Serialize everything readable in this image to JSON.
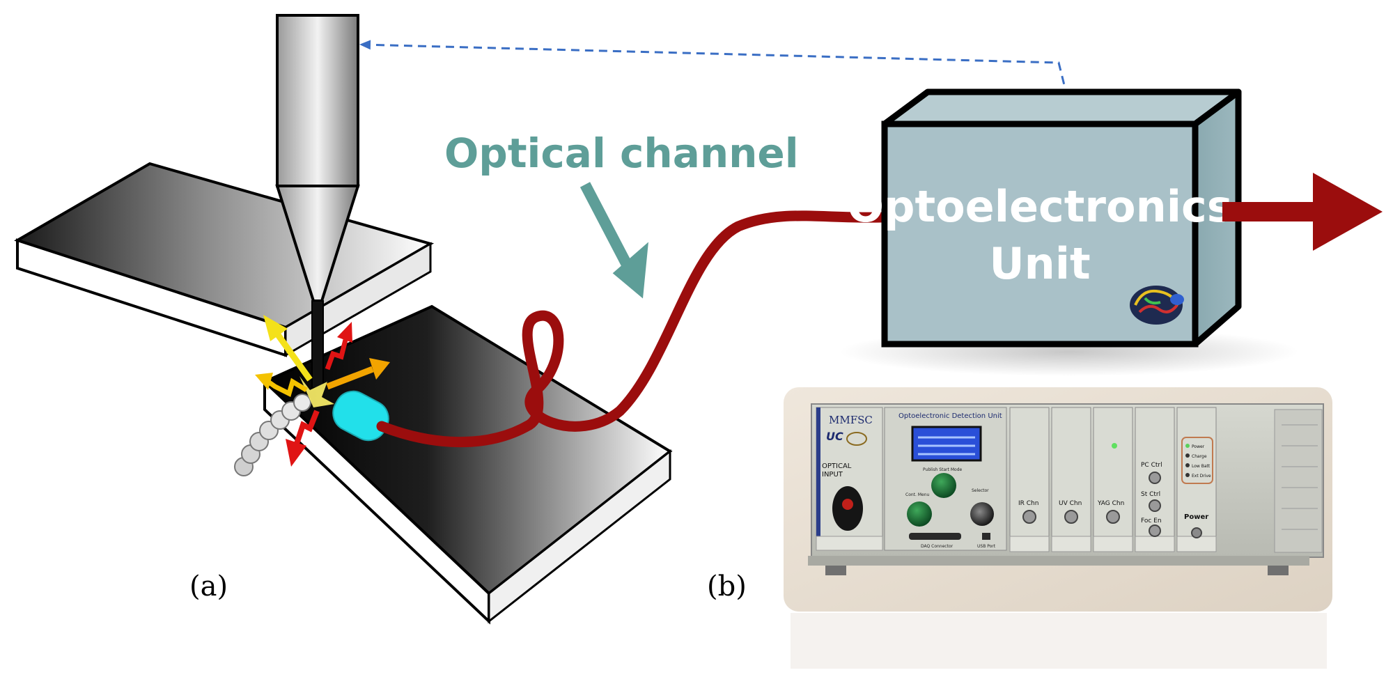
{
  "diagram": {
    "optical_channel_label": "Optical channel",
    "unit_label_line1": "Optoelectronics",
    "unit_label_line2": "Unit",
    "panel_a_label": "(a)",
    "panel_b_label": "(b)"
  },
  "device": {
    "brand": "MMFSC",
    "logo_text": "UC",
    "header": "Optoelectronic Detection Unit",
    "optical_input": "OPTICAL\nINPUT",
    "button_top": "Publish Start Mode",
    "button_left": "Cont. Menu",
    "knob": "Selector",
    "connector": "DAQ Connector",
    "usb": "USB Port",
    "channels": [
      "IR Chn",
      "UV Chn",
      "YAG Chn"
    ],
    "outputs": [
      "PC Ctrl",
      "St Ctrl",
      "Foc En"
    ],
    "status_leds": [
      "Power",
      "Charge",
      "Low Batt",
      "Ext Drive"
    ],
    "power_label": "Power"
  },
  "colors": {
    "fiber": "#9b0d0d",
    "box_fill": "#a9c1c8",
    "channel_text": "#5e9e98",
    "dashed_link": "#3a6ec4",
    "probe": "#22e0ea"
  }
}
